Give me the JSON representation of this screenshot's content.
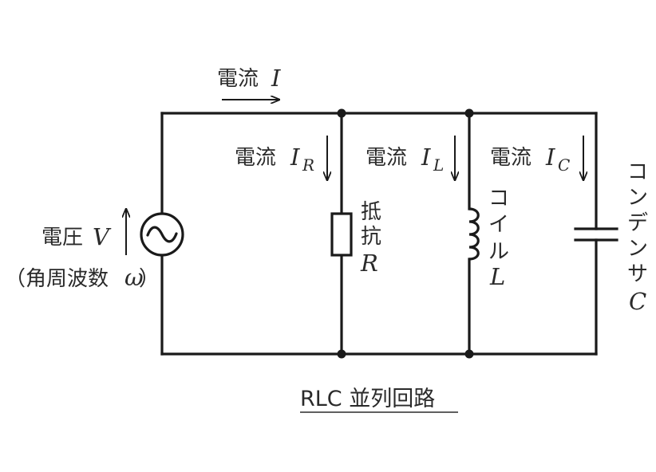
{
  "title": "RLC 並列回路",
  "current_label": "電流",
  "total_current_symbol": "I",
  "branches": {
    "resistor": {
      "current_symbol": "I",
      "current_sub": "R",
      "name_chars": [
        "抵",
        "抗"
      ],
      "symbol": "R"
    },
    "coil": {
      "current_symbol": "I",
      "current_sub": "L",
      "name_chars": [
        "コ",
        "イ",
        "ル"
      ],
      "symbol": "L"
    },
    "capacitor": {
      "current_symbol": "I",
      "current_sub": "C",
      "name_chars": [
        "コ",
        "ン",
        "デ",
        "ン",
        "サ"
      ],
      "symbol": "C"
    }
  },
  "source": {
    "voltage_label": "電圧",
    "voltage_symbol": "V",
    "frequency_label_open": "（角周波数",
    "frequency_symbol": "ω",
    "frequency_label_close": "）",
    "symbol_glyph": "~"
  }
}
